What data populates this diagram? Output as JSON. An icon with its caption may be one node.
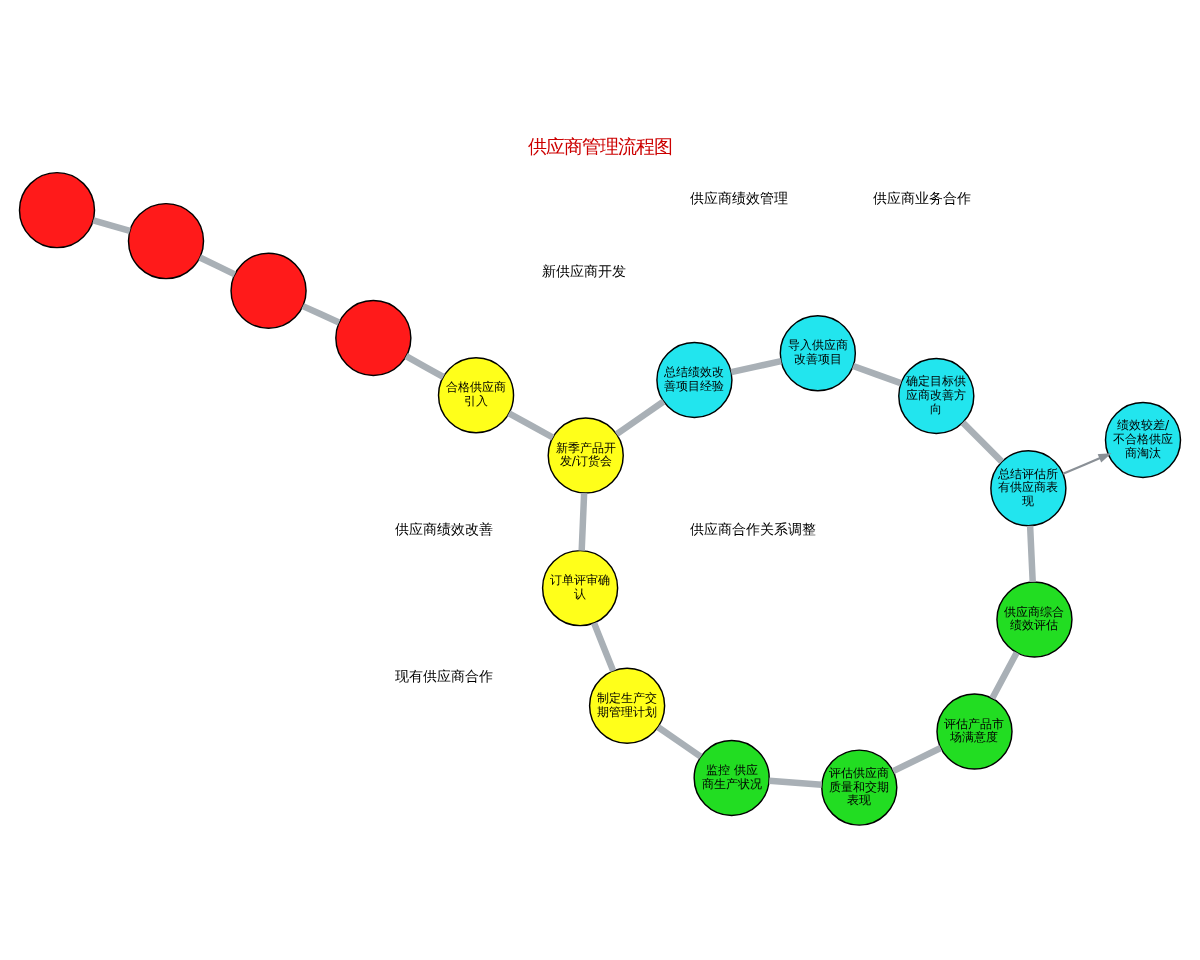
{
  "diagram": {
    "title": "供应商管理流程图",
    "nodes": [
      {
        "text": [],
        "shape": "circle"
      },
      {
        "text": [],
        "shape": "circle"
      },
      {
        "text": [],
        "shape": "circle"
      },
      {
        "text": [],
        "shape": "circle"
      },
      {
        "text": [
          "合格供应商引入"
        ]
      },
      {
        "text": [
          "新季产品开发/订货会"
        ]
      },
      {
        "text": [
          "订单评审确认"
        ]
      },
      {
        "text": [
          "制定生产交期管理计划"
        ]
      },
      {
        "text": [
          "监控 供应商生产状况"
        ]
      },
      {
        "text": [
          "评估供应商质量和交期表现"
        ]
      },
      {
        "text": [
          "评估产品市场满意度"
        ]
      },
      {
        "text": [
          "供应商综合绩效评估"
        ]
      },
      {
        "text": [
          "总结评估所有供应商表现"
        ]
      },
      {
        "text": [
          "确定目标供应商改善方向"
        ]
      },
      {
        "text": [
          "导入供应商改善项目"
        ]
      },
      {
        "text": [
          "总结绩效改善项目经验"
        ]
      },
      {
        "text": [
          "绩效较差/不合格供应商淘汰"
        ]
      }
    ],
    "edges": [
      {
        "from": 0,
        "to": 1,
        "arrow": "none"
      },
      {
        "from": 1,
        "to": 2,
        "arrow": "none"
      },
      {
        "from": 2,
        "to": 3,
        "arrow": "none"
      },
      {
        "from": 3,
        "to": 4,
        "arrow": "none"
      },
      {
        "from": 4,
        "to": 5,
        "arrow": "none"
      },
      {
        "from": 5,
        "to": 6,
        "arrow": "none"
      },
      {
        "from": 6,
        "to": 7,
        "arrow": "none"
      },
      {
        "from": 7,
        "to": 8,
        "arrow": "none"
      },
      {
        "from": 8,
        "to": 9,
        "arrow": "none"
      },
      {
        "from": 9,
        "to": 10,
        "arrow": "none"
      },
      {
        "from": 10,
        "to": 11,
        "arrow": "none"
      },
      {
        "from": 11,
        "to": 12,
        "arrow": "none"
      },
      {
        "from": 12,
        "to": 13,
        "arrow": "none"
      },
      {
        "from": 13,
        "to": 14,
        "arrow": "none"
      },
      {
        "from": 14,
        "to": 15,
        "arrow": "none"
      },
      {
        "from": 15,
        "to": 5,
        "arrow": "none"
      },
      {
        "from": 12,
        "to": 16,
        "arrow": "to"
      }
    ],
    "labels": [
      "新供应商开发",
      "供应商绩效改善",
      "现有供应商合作",
      "供应商业务合作",
      "供应商合作关系调整",
      "供应商绩效管理"
    ]
  }
}
